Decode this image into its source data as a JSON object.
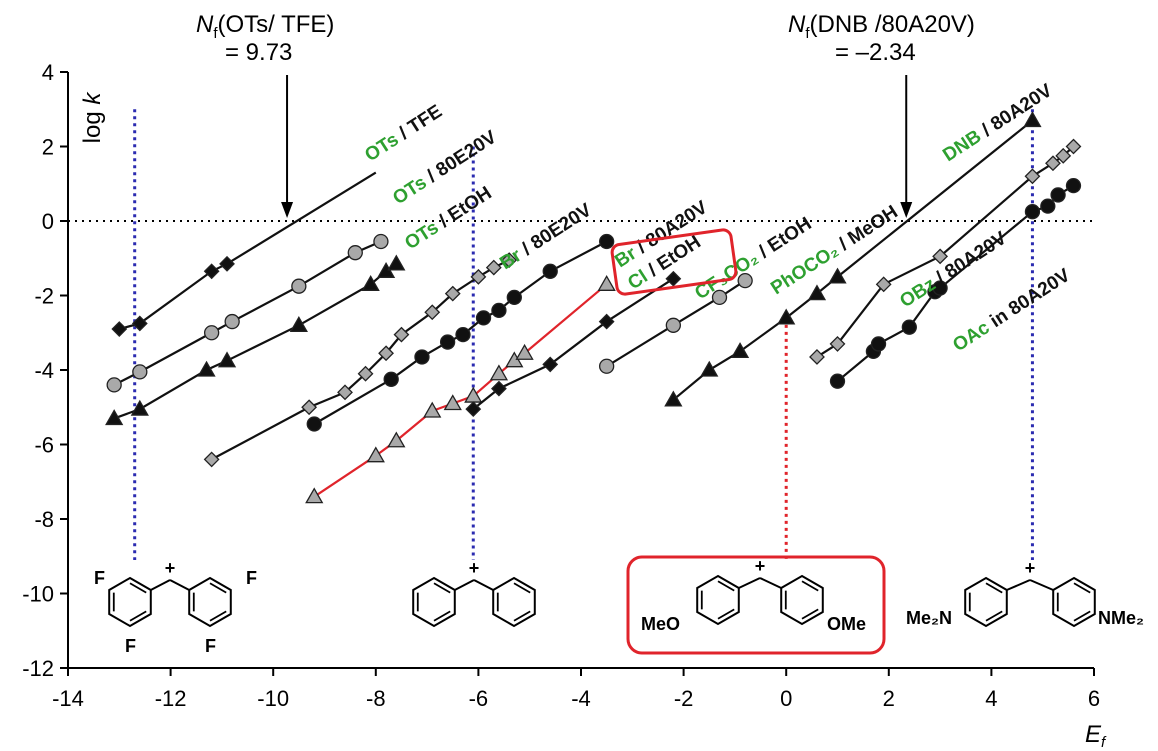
{
  "chart_data": {
    "type": "line",
    "xlabel": "E",
    "xlabel_sub": "f",
    "ylabel": "log k",
    "xlim": [
      -14,
      6
    ],
    "ylim": [
      -12,
      4
    ],
    "xticks": [
      -14,
      -12,
      -10,
      -8,
      -6,
      -4,
      -2,
      0,
      2,
      4,
      6
    ],
    "yticks": [
      4,
      2,
      0,
      -2,
      -4,
      -6,
      -8,
      -10,
      -12
    ],
    "zero_line": "dotted",
    "colors": {
      "green": "#2ea030",
      "red": "#e0242b",
      "blue": "#2b2bb0",
      "gray": "#a9a9a9",
      "black": "#111111"
    },
    "annotations": [
      {
        "id": "nf-ots",
        "line1_main": "N",
        "line1_sub": "f",
        "line1_rest": "(OTs/ TFE)",
        "line2": "= 9.73",
        "x": -9.73
      },
      {
        "id": "nf-dnb",
        "line1_main": "N",
        "line1_sub": "f",
        "line1_rest": "(DNB /80A20V)",
        "line2": "= –2.34",
        "x": 2.34
      }
    ],
    "reference_lines": [
      {
        "x": -12.7,
        "color": "blue",
        "y_top": 3.0
      },
      {
        "x": -6.1,
        "color": "blue",
        "y_top": 2.0
      },
      {
        "x": 4.8,
        "color": "blue",
        "y_top": 3.0
      },
      {
        "x": 0.0,
        "color": "red",
        "y_top": -2.6
      }
    ],
    "series": [
      {
        "name_green": "OTs",
        "name_black": "/ TFE",
        "marker": "diamond",
        "fill": "black",
        "line": "black",
        "x": [
          -13.0,
          -12.6,
          -11.2,
          -10.9
        ],
        "y": [
          -2.9,
          -2.75,
          -1.35,
          -1.15
        ],
        "ext_x": -8.0,
        "ext_y": 1.3
      },
      {
        "name_green": "OTs",
        "name_black": "/ 80E20V",
        "marker": "circle",
        "fill": "gray",
        "line": "black",
        "x": [
          -13.1,
          -12.6,
          -11.2,
          -10.8,
          -9.5,
          -8.4,
          -7.9
        ],
        "y": [
          -4.4,
          -4.05,
          -3.0,
          -2.7,
          -1.75,
          -0.85,
          -0.55
        ]
      },
      {
        "name_green": "OTs",
        "name_black": "/ EtOH",
        "marker": "triangle",
        "fill": "black",
        "line": "black",
        "x": [
          -13.1,
          -12.6,
          -11.3,
          -10.9,
          -9.5,
          -8.1,
          -7.8,
          -7.6
        ],
        "y": [
          -5.3,
          -5.05,
          -4.0,
          -3.75,
          -2.8,
          -1.7,
          -1.35,
          -1.15
        ]
      },
      {
        "name_green": "Br",
        "name_black": "/ 80E20V",
        "marker": "diamond",
        "fill": "gray",
        "line": "black",
        "x": [
          -11.2,
          -9.3,
          -8.6,
          -8.2,
          -7.8,
          -7.5,
          -6.9,
          -6.5,
          -6.0,
          -5.7,
          -5.4
        ],
        "y": [
          -6.4,
          -5.0,
          -4.6,
          -4.1,
          -3.55,
          -3.05,
          -2.45,
          -1.95,
          -1.5,
          -1.25,
          -1.05
        ]
      },
      {
        "name_green": "Br",
        "name_black": "/ 80A20V",
        "marker": "circle",
        "fill": "black",
        "line": "black",
        "x": [
          -9.2,
          -7.7,
          -7.1,
          -6.6,
          -6.3,
          -5.9,
          -5.6,
          -5.3,
          -4.6,
          -3.5
        ],
        "y": [
          -5.45,
          -4.25,
          -3.65,
          -3.25,
          -3.05,
          -2.6,
          -2.4,
          -2.05,
          -1.35,
          -0.55
        ]
      },
      {
        "name_green": "Cl",
        "name_black": "/ EtOH",
        "marker": "triangle",
        "fill": "gray",
        "line": "red",
        "x": [
          -9.2,
          -8.0,
          -7.6,
          -6.9,
          -6.5,
          -6.1,
          -5.6,
          -5.3,
          -5.1,
          -3.5
        ],
        "y": [
          -7.4,
          -6.3,
          -5.9,
          -5.1,
          -4.9,
          -4.7,
          -4.1,
          -3.75,
          -3.55,
          -1.7
        ]
      },
      {
        "name_green": "CF₃CO₂",
        "name_black": "/ EtOH",
        "marker": "diamond",
        "fill": "black",
        "line": "black",
        "x": [
          -6.1,
          -5.6,
          -4.6,
          -3.5,
          -2.2
        ],
        "y": [
          -5.05,
          -4.5,
          -3.85,
          -2.7,
          -1.55
        ]
      },
      {
        "name_green": "PhOCO₂",
        "name_black": "/ MeOH",
        "marker": "circle",
        "fill": "gray",
        "line": "black",
        "x": [
          -3.5,
          -2.2,
          -1.3,
          -0.8
        ],
        "y": [
          -3.9,
          -2.8,
          -2.05,
          -1.6
        ]
      },
      {
        "name_green": "DNB",
        "name_black": "/ 80A20V",
        "marker": "triangle",
        "fill": "black",
        "line": "black",
        "x": [
          -2.2,
          -1.5,
          -0.9,
          0.0,
          0.6,
          1.0,
          4.8
        ],
        "y": [
          -4.8,
          -4.0,
          -3.5,
          -2.6,
          -1.95,
          -1.5,
          2.7
        ]
      },
      {
        "name_green": "OBz",
        "name_black": "/ 80A20V",
        "marker": "diamond",
        "fill": "gray",
        "line": "black",
        "x": [
          0.6,
          1.0,
          1.9,
          3.0,
          4.8,
          5.2,
          5.4,
          5.6
        ],
        "y": [
          -3.65,
          -3.3,
          -1.7,
          -0.95,
          1.2,
          1.55,
          1.75,
          2.0
        ]
      },
      {
        "name_green": "OAc",
        "name_black": "in 80A20V",
        "marker": "circle",
        "fill": "black",
        "line": "black",
        "x": [
          1.0,
          1.7,
          1.8,
          2.4,
          2.9,
          3.0,
          4.8,
          5.1,
          5.3,
          5.6
        ],
        "y": [
          -4.3,
          -3.5,
          -3.3,
          -2.85,
          -1.9,
          -1.8,
          0.25,
          0.4,
          0.7,
          0.95
        ]
      }
    ],
    "molecules": [
      {
        "id": "difluoro",
        "labels": [
          "F",
          "F",
          "F",
          "F"
        ]
      },
      {
        "id": "benzhydryl",
        "labels": []
      },
      {
        "id": "dimethoxy",
        "labels": [
          "MeO",
          "OMe"
        ]
      },
      {
        "id": "dimethylamino",
        "labels": [
          "Me₂N",
          "NMe₂"
        ]
      }
    ]
  }
}
